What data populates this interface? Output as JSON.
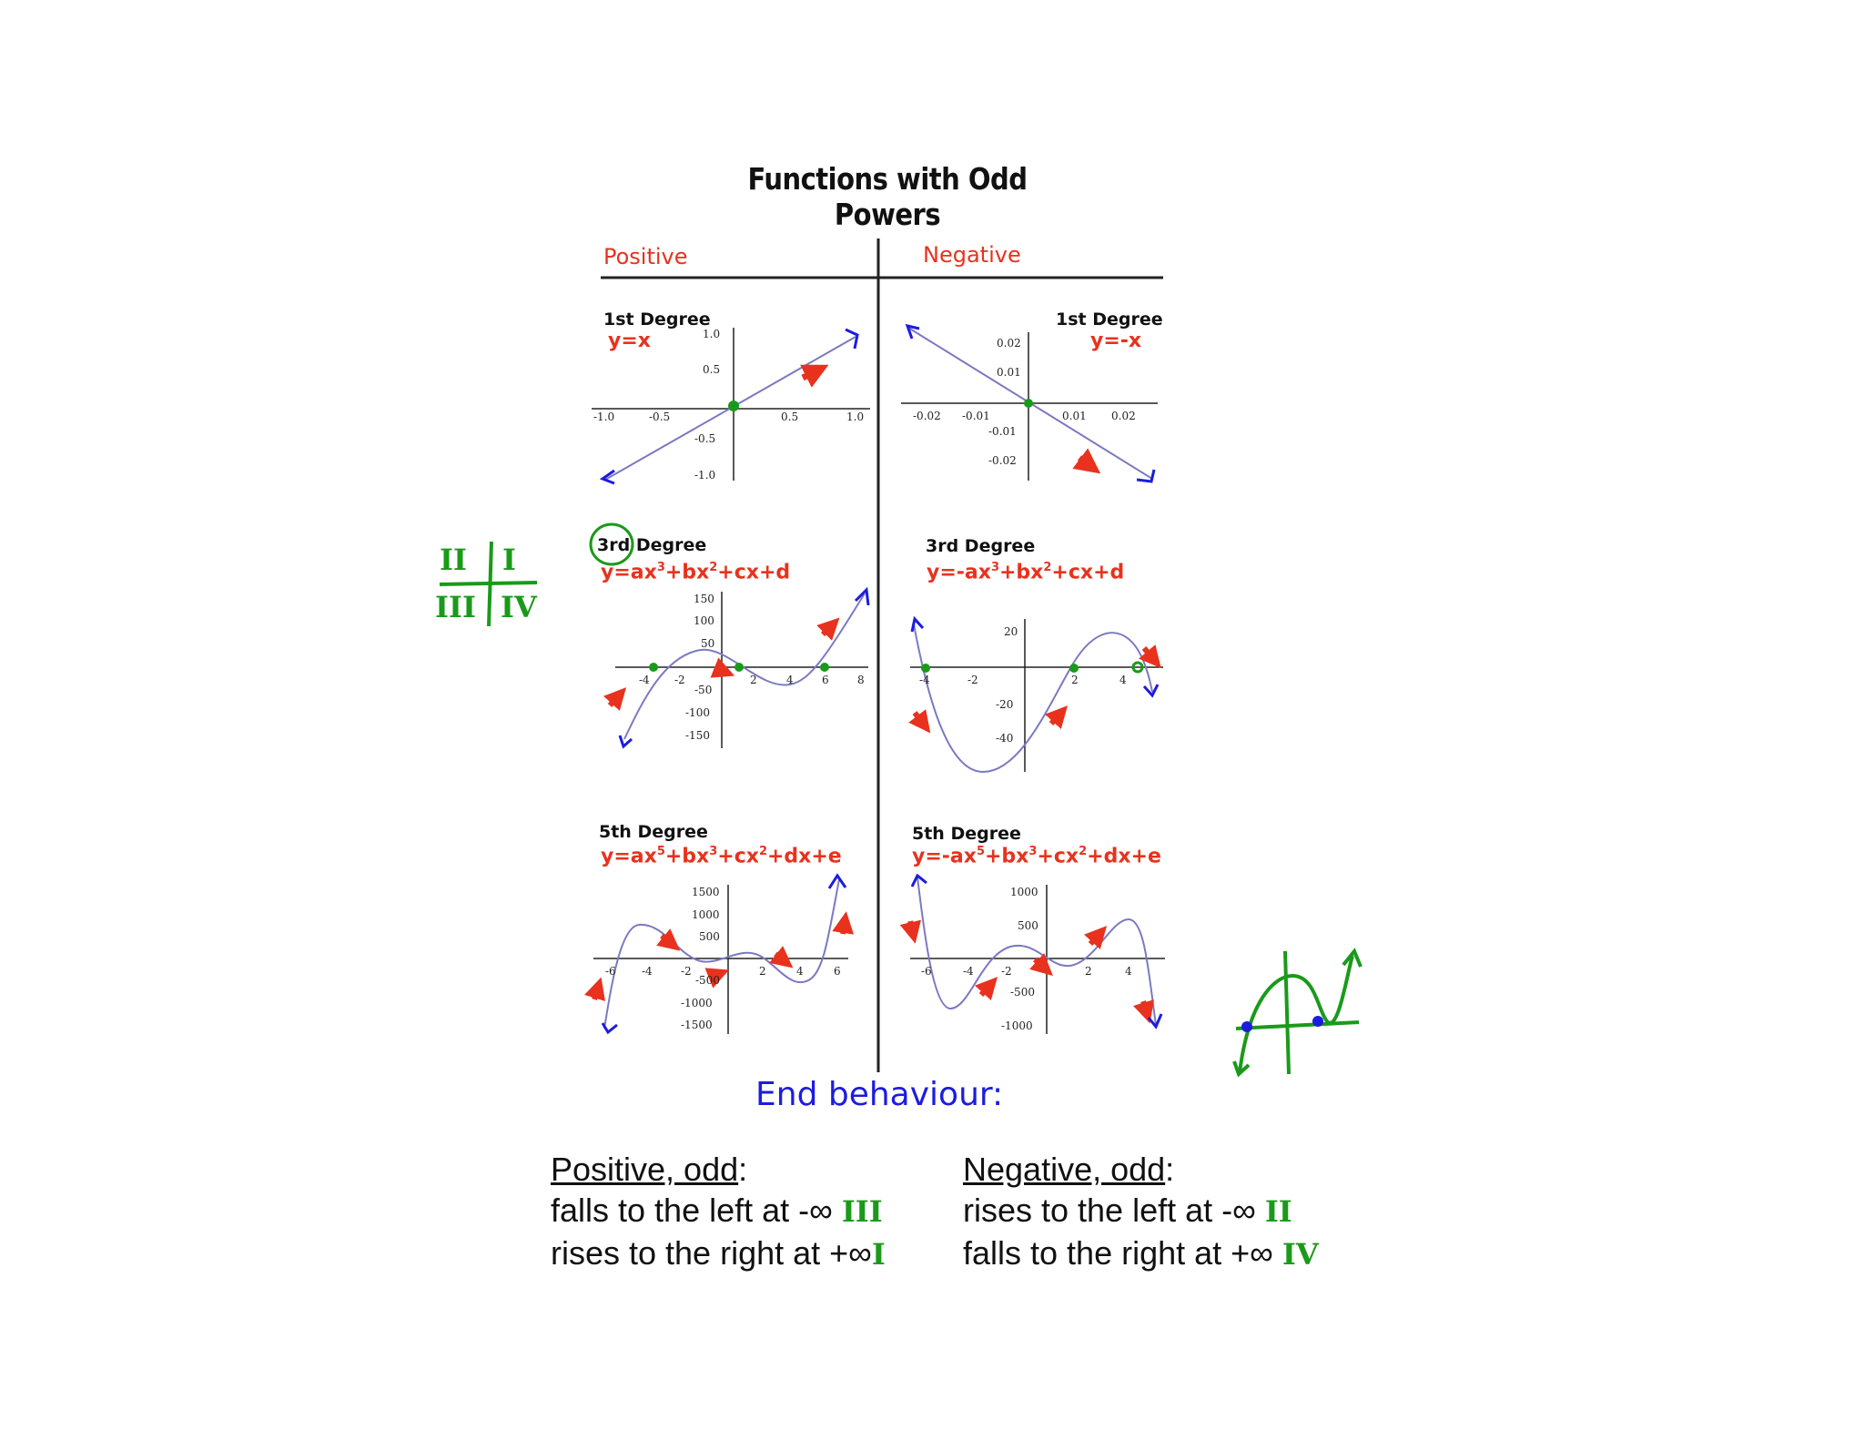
{
  "title": "Functions with Odd Powers",
  "columns": {
    "positive": "Positive",
    "negative": "Negative"
  },
  "graphs": {
    "pos1": {
      "degree": "1st Degree",
      "equation": "y=x"
    },
    "neg1": {
      "degree": "1st Degree",
      "equation": "y=-x"
    },
    "pos3": {
      "degree_circled": "3rd",
      "degree_rest": " Degree",
      "equation_html": "y=ax<sup>3</sup>+bx<sup>2</sup>+cx+d"
    },
    "neg3": {
      "degree": "3rd Degree",
      "equation_html": "y=-ax<sup>3</sup>+bx<sup>2</sup>+cx+d"
    },
    "pos5": {
      "degree": "5th Degree",
      "equation_html": "y=ax<sup>5</sup>+bx<sup>3</sup>+cx<sup>2</sup>+dx+e"
    },
    "neg5": {
      "degree": "5th Degree",
      "equation_html": "y=-ax<sup>5</sup>+bx<sup>3</sup>+cx<sup>2</sup>+dx+e"
    }
  },
  "ticks": {
    "pos1": {
      "x": [
        "-1.0",
        "-0.5",
        "0.5",
        "1.0"
      ],
      "y": [
        "1.0",
        "0.5",
        "-0.5",
        "-1.0"
      ]
    },
    "neg1": {
      "x": [
        "-0.02",
        "-0.01",
        "0.01",
        "0.02"
      ],
      "y": [
        "0.02",
        "0.01",
        "-0.01",
        "-0.02"
      ]
    },
    "pos3": {
      "x": [
        "-4",
        "-2",
        "2",
        "4",
        "6",
        "8"
      ],
      "y": [
        "150",
        "100",
        "50",
        "-50",
        "-100",
        "-150"
      ]
    },
    "neg3": {
      "x": [
        "-4",
        "-2",
        "2",
        "4"
      ],
      "y": [
        "20",
        "-20",
        "-40"
      ]
    },
    "pos5": {
      "x": [
        "-6",
        "-4",
        "-2",
        "2",
        "4",
        "6"
      ],
      "y": [
        "1500",
        "1000",
        "500",
        "-500",
        "-1000",
        "-1500"
      ]
    },
    "neg5": {
      "x": [
        "-6",
        "-4",
        "-2",
        "2",
        "4"
      ],
      "y": [
        "1000",
        "500",
        "-500",
        "-1000"
      ]
    }
  },
  "end_behaviour": {
    "title": "End behaviour:",
    "positive": {
      "heading": "Positive, odd",
      "line1": "falls to the left at -∞",
      "line2": "rises to the right at +∞",
      "roman1": "III",
      "roman2": "I"
    },
    "negative": {
      "heading": "Negative, odd",
      "line1": "rises to the left at -∞",
      "line2": "falls to the right at +∞",
      "roman1": "II",
      "roman2": "IV"
    }
  },
  "quadrants": {
    "tl": "II",
    "tr": "I",
    "bl": "III",
    "br": "IV"
  },
  "colors": {
    "curve": "#7b79c0",
    "red": "#e8321e",
    "ink_blue": "#1c1ce0",
    "ink_green": "#1a9a1a"
  }
}
